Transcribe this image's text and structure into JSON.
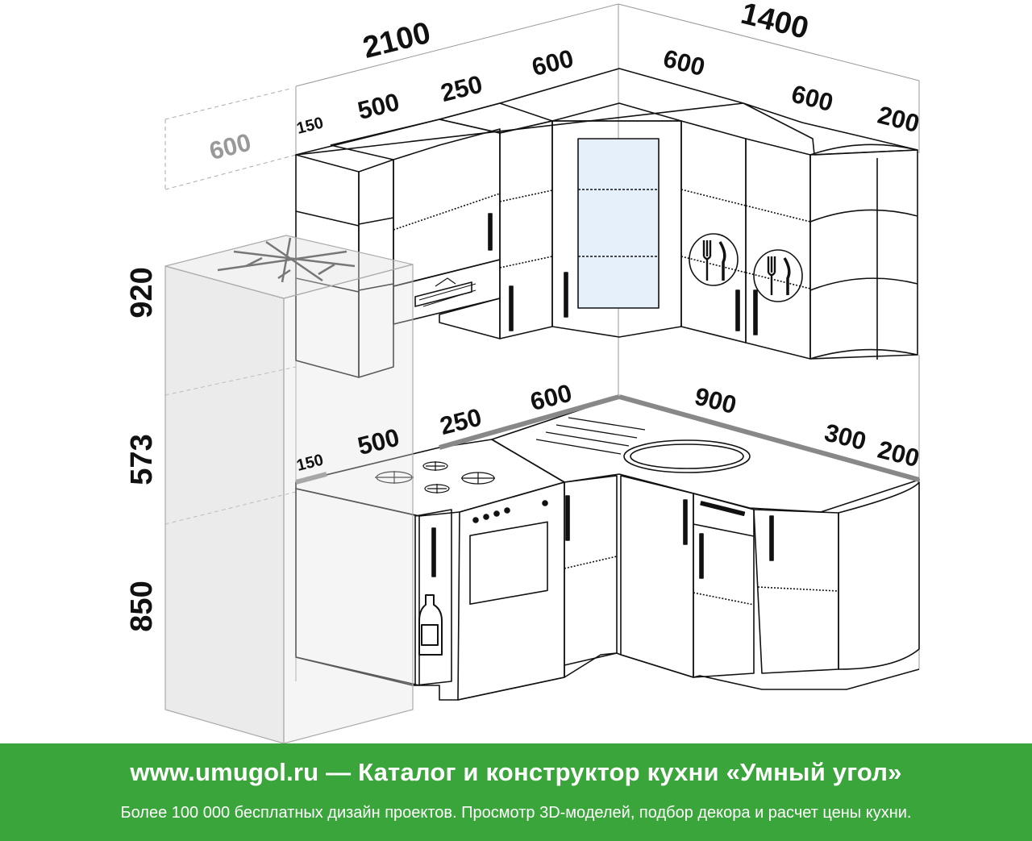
{
  "dimensions": {
    "total_left": "2100",
    "total_right": "1400",
    "upper_150": "150",
    "upper_500": "500",
    "upper_250": "250",
    "upper_600_left": "600",
    "upper_600_corner": "600",
    "upper_600_right": "600",
    "upper_200": "200",
    "fridge_depth": "600",
    "height_upper": "920",
    "height_middle": "573",
    "height_lower": "850",
    "lower_150": "150",
    "lower_500": "500",
    "lower_250": "250",
    "lower_600": "600",
    "lower_900": "900",
    "lower_300": "300",
    "lower_200": "200"
  },
  "icons": [
    "snowflake-icon",
    "cutlery-icon",
    "cutlery-icon",
    "bottle-icon"
  ],
  "banner": {
    "title": "www.umugol.ru — Каталог и конструктор кухни «Умный угол»",
    "subtitle": "Более 100 000 бесплатных дизайн проектов. Просмотр 3D-моделей, подбор декора и расчет цены кухни.",
    "color": "#3aa53a"
  }
}
